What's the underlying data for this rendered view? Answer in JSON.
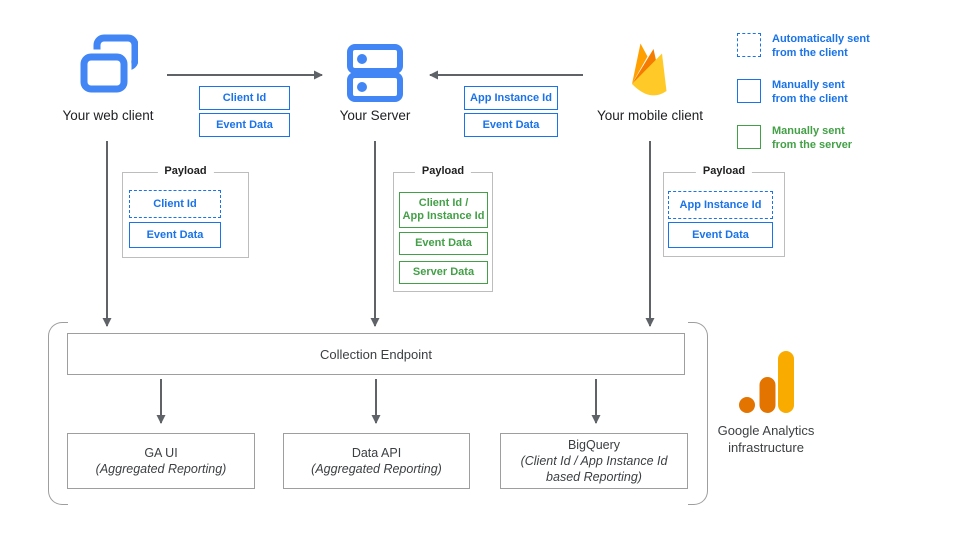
{
  "clients": {
    "web": {
      "label": "Your web client"
    },
    "server": {
      "label": "Your Server"
    },
    "mobile": {
      "label": "Your mobile client"
    }
  },
  "flows": {
    "web_to_server": {
      "tags": [
        "Client Id",
        "Event Data"
      ]
    },
    "mobile_to_server": {
      "tags": [
        "App Instance Id",
        "Event Data"
      ]
    }
  },
  "payloads": {
    "web": {
      "title": "Payload",
      "items": [
        {
          "lines": [
            "Client Id"
          ],
          "style": "dashed-blue"
        },
        {
          "lines": [
            "Event Data"
          ],
          "style": "solid-blue"
        }
      ]
    },
    "server": {
      "title": "Payload",
      "items": [
        {
          "lines": [
            "Client Id /",
            "App Instance Id"
          ],
          "style": "solid-green"
        },
        {
          "lines": [
            "Event Data"
          ],
          "style": "solid-green"
        },
        {
          "lines": [
            "Server Data"
          ],
          "style": "solid-green"
        }
      ]
    },
    "mobile": {
      "title": "Payload",
      "items": [
        {
          "lines": [
            "App Instance Id"
          ],
          "style": "dashed-blue"
        },
        {
          "lines": [
            "Event Data"
          ],
          "style": "solid-blue"
        }
      ]
    }
  },
  "legend": {
    "items": [
      {
        "line1": "Automatically sent",
        "line2": "from the client",
        "style": "dashed-blue"
      },
      {
        "line1": "Manually sent",
        "line2": "from the client",
        "style": "solid-blue"
      },
      {
        "line1": "Manually sent",
        "line2": "from the server",
        "style": "solid-green"
      }
    ]
  },
  "infrastructure": {
    "endpoint_label": "Collection Endpoint",
    "outputs": [
      {
        "title": "GA UI",
        "subtitle": "(Aggregated Reporting)"
      },
      {
        "title": "Data API",
        "subtitle": "(Aggregated Reporting)"
      },
      {
        "title": "BigQuery",
        "subtitle": "(Client Id / App Instance Id based Reporting)"
      }
    ],
    "caption_line1": "Google Analytics",
    "caption_line2": "infrastructure"
  },
  "colors": {
    "blue_accent": "#1A73E8",
    "icon_blue": "#4285F4",
    "green_accent": "#43A047",
    "arrow_gray": "#5F6368",
    "border_gray": "#9E9E9E",
    "payload_border_gray": "#BDBDBD",
    "firebase_amber": "#FFA000",
    "firebase_orange": "#F57C00",
    "firebase_yellow": "#FFCA28",
    "ga_dark_orange": "#E37400",
    "ga_amber": "#F9AB00"
  }
}
